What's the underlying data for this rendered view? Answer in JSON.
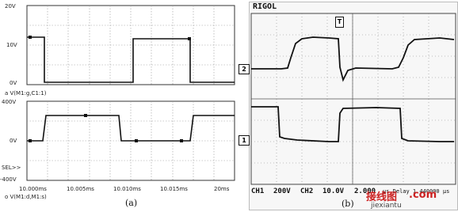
{
  "panel_a": {
    "top": {
      "ticks": [
        "20V",
        "10V",
        "0V"
      ],
      "trace_label": "a V(M1:g,C1:1)"
    },
    "bottom": {
      "ticks": [
        "400V",
        "0V",
        "SEL>>",
        "-400V"
      ],
      "trace_label": "o V(M1:d,M1:s)"
    },
    "xticks": [
      "10.000ms",
      "10.005ms",
      "10.010ms",
      "10.015ms",
      "20ms"
    ],
    "caption": "(a)"
  },
  "panel_b": {
    "brand": "RIGOL",
    "ch2_marker": "2",
    "ch1_marker": "1",
    "trigger_marker": "T",
    "status": {
      "ch1": "CH1",
      "ch1_scale": "200V",
      "ch2": "CH2",
      "ch2_scale": "10.0V",
      "timebase": "2.000",
      "delay": "µs Delay 1.440000 µs"
    },
    "caption": "(b)",
    "watermark": "jiexiantu",
    "watermark_top": "接线图",
    "watermark_com": ".com"
  },
  "colors": {
    "trace": "#111111",
    "grid": "#999999",
    "background": "#ffffff"
  }
}
